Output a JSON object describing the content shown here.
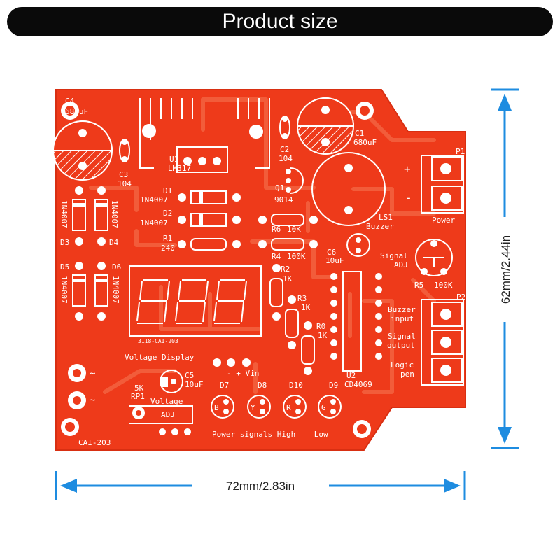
{
  "header": {
    "title": "Product size"
  },
  "colors": {
    "board": "#ee3a1a",
    "trace": "#f05a38",
    "silk": "#ffffff",
    "dimension": "#1e8ce0",
    "banner": "#0a0a0a"
  },
  "dimensions": {
    "width_label": "72mm/2.83in",
    "height_label": "62mm/2.44in"
  },
  "silkscreen": {
    "c4": "C4",
    "c4_val": "680uF",
    "c1": "C1",
    "c1_val": "680uF",
    "c3": "C3",
    "c3_val": "104",
    "c2": "C2",
    "c2_val": "104",
    "u1": "U1",
    "u1_val": "LM317",
    "q1": "Q1",
    "q1_val": "9014",
    "d1": "D1",
    "d1_val": "1N4007",
    "d2": "D2",
    "d2_val": "1N4007",
    "r1": "R1",
    "r1_val": "240",
    "r6": "R6",
    "r6_val": "10K",
    "r4": "R4",
    "r4_val": "100K",
    "ls1": "LS1",
    "ls1_val": "Buzzer",
    "c6": "C6",
    "c6_val": "10uF",
    "r2": "R2",
    "r2_val": "1K",
    "r3": "R3",
    "r3_val": "1K",
    "r0": "R0",
    "r0_val": "1K",
    "d3": "D3",
    "d4": "D4",
    "d5": "D5",
    "d6": "D6",
    "diode_side": "1N4007",
    "sev_code": "3118-CAI-203",
    "voltage_display": "Voltage Display",
    "vin": "- + Vin",
    "c5": "C5",
    "c5_val": "10uF",
    "rp1_top": "5K",
    "rp1": "RP1",
    "voltage": "Voltage",
    "adj": "ADJ",
    "d7": "D7",
    "d8": "D8",
    "d10": "D10",
    "d9": "D9",
    "led_b": "B",
    "led_y": "Y",
    "led_r": "R",
    "led_g": "G",
    "bottom_line": "Power signals High    Low",
    "cai": "CAI-203",
    "ac": "~",
    "p1": "P1",
    "plus": "+",
    "minus": "-",
    "power": "Power",
    "signal": "Signal",
    "adj2": "ADJ",
    "r5": "R5",
    "r5_val": "100K",
    "p2": "P2",
    "buzzer_input_1": "Buzzer",
    "buzzer_input_2": "input",
    "signal_output_1": "Signal",
    "signal_output_2": "output",
    "logic_pen_1": "Logic",
    "logic_pen_2": "pen",
    "u2": "U2",
    "u2_val": "CD4069"
  }
}
